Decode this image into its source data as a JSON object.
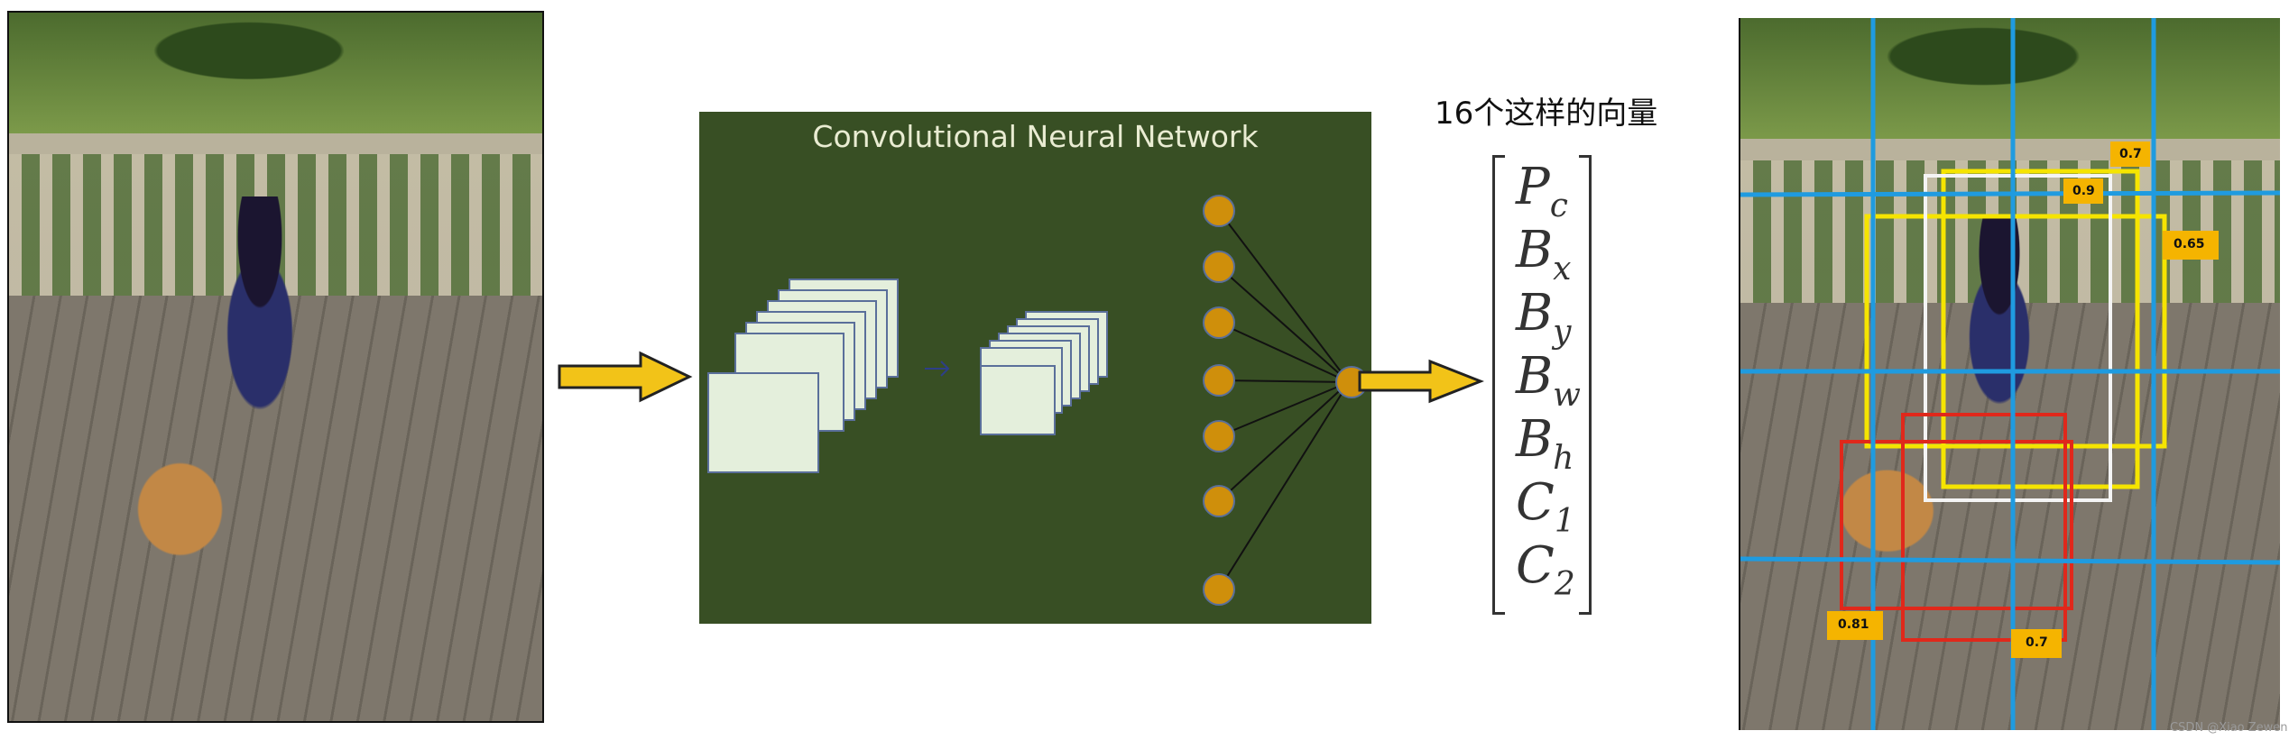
{
  "cnn": {
    "title": "Convolutional Neural Network"
  },
  "vector": {
    "title": "16个这样的向量",
    "entries": [
      {
        "base": "P",
        "sub": "c"
      },
      {
        "base": "B",
        "sub": "x"
      },
      {
        "base": "B",
        "sub": "y"
      },
      {
        "base": "B",
        "sub": "w"
      },
      {
        "base": "B",
        "sub": "h"
      },
      {
        "base": "C",
        "sub": "1"
      },
      {
        "base": "C",
        "sub": "2"
      }
    ]
  },
  "boxes": {
    "scores": [
      "0.7",
      "0.9",
      "0.65",
      "0.81",
      "0.7"
    ]
  },
  "colors": {
    "cnn_bg": "#384f24",
    "arrow": "#f2c318",
    "grid": "#1f9be0",
    "box_yellow": "#f5e400",
    "box_red": "#e0281b",
    "box_white": "#f4f4f4",
    "label_bg": "#f5b400",
    "neuron": "#cf8f0b"
  },
  "watermark": "CSDN @Xiao Zewen"
}
